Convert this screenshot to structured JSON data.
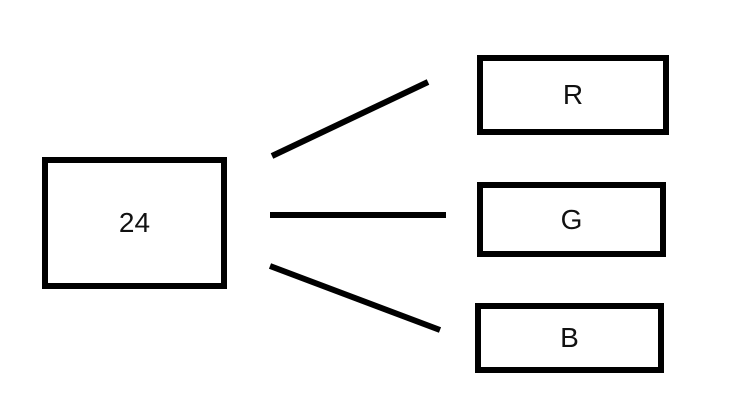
{
  "diagram": {
    "source": {
      "label": "24"
    },
    "targets": [
      {
        "label": "R"
      },
      {
        "label": "G"
      },
      {
        "label": "B"
      }
    ]
  }
}
